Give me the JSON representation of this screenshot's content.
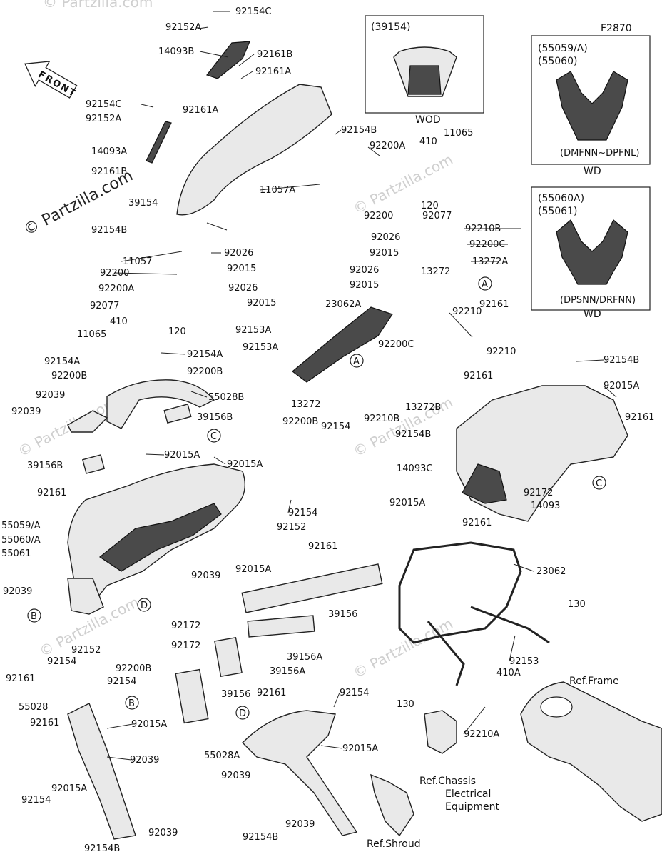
{
  "diagram_code": "F2870",
  "watermark": "© Partzilla.com",
  "front_label": "FRONT",
  "insets": [
    {
      "code": "(39154)",
      "caption": "WOD"
    },
    {
      "codes": [
        "(55059/A)",
        "(55060)"
      ],
      "variant": "(DMFNN~DPFNL)",
      "caption": "WD"
    },
    {
      "codes": [
        "(55060A)",
        "(55061)"
      ],
      "variant": "(DPSNN/DRFNN)",
      "caption": "WD"
    }
  ],
  "circle_refs": [
    "A",
    "B",
    "C",
    "D"
  ],
  "notes": {
    "frame": "Ref.Frame",
    "chassis": [
      "Ref.Chassis",
      "Electrical",
      "Equipment"
    ],
    "shroud": "Ref.Shroud"
  },
  "part_labels": [
    "92154C",
    "92152A",
    "14093B",
    "92161B",
    "92161A",
    "92154C",
    "92152A",
    "92161A",
    "14093A",
    "92161B",
    "39154",
    "92154B",
    "92200A",
    "410",
    "11065",
    "11057A",
    "92200",
    "92077",
    "120",
    "92026",
    "92015",
    "92026",
    "92015",
    "92154B",
    "11057",
    "92026",
    "92015",
    "92200",
    "92200A",
    "92026",
    "92015",
    "92077",
    "410",
    "120",
    "11065",
    "92210B",
    "92200C",
    "13272A",
    "13272",
    "23062A",
    "92153A",
    "92153A",
    "92200C",
    "92210",
    "92161",
    "92210",
    "92154B",
    "92161",
    "92015A",
    "92161",
    "13272B",
    "92210B",
    "92154B",
    "92154A",
    "92154A",
    "92200B",
    "92200B",
    "92039",
    "55028B",
    "92039",
    "39156B",
    "13272",
    "92200B",
    "92154",
    "39156B",
    "92015A",
    "92015A",
    "92161",
    "55059/A",
    "55060/A",
    "55061",
    "92152",
    "92154",
    "92161",
    "92039",
    "92015A",
    "14093C",
    "92172",
    "14093",
    "92015A",
    "92161",
    "23062",
    "92039",
    "92172",
    "92152",
    "92172",
    "39156",
    "92154",
    "92161",
    "39156A",
    "92200B",
    "92154",
    "39156A",
    "130",
    "92153",
    "410A",
    "39156",
    "55028",
    "92161",
    "92015A",
    "92039",
    "92015A",
    "92154",
    "92039",
    "92154B",
    "92161",
    "92154",
    "55028A",
    "92015A",
    "92039",
    "92154B",
    "92039",
    "130",
    "92210A"
  ]
}
